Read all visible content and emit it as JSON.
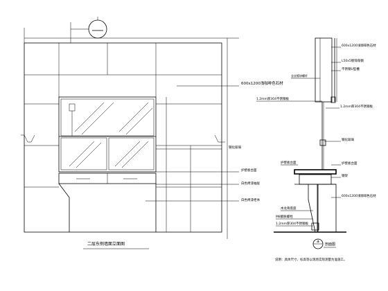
{
  "elevation": {
    "section_marker": "",
    "labels": {
      "stone_panel": "600x1200浅咖啡色石材",
      "glass": "钢化玻璃",
      "apron": "护壁板台面",
      "drawer": "白色烤漆抽屉",
      "cabinet": "白色烤漆柜体"
    },
    "title": "二层东侧墙面立面图"
  },
  "section": {
    "labels": {
      "stone_panel": "600x1200浅咖啡色石材",
      "angle_steel": "L50x5镀锌角钢",
      "stainless_channel": "不锈钢U型槽",
      "steel_fixing": "全丝镀锌螺杆",
      "plate_top": "1.2mm厚304不锈钢板",
      "plate_top_right": "1.2mm厚304不锈钢板",
      "glass_clip": "钢化玻璃",
      "apron_left": "护壁板台面",
      "apron_right": "护壁板台面",
      "steel_frame": "钢架",
      "stone_panel_low": "600x1200浅咖啡色石材",
      "wood_base": "木龙骨底座",
      "bolt": "M8膨胀螺栓",
      "plate_low": "1.2mm厚304不锈钢板"
    },
    "marker": "a",
    "title": "剖面图",
    "note": "说明：具体尺寸、标高等以现场实际测量为准施工。"
  }
}
